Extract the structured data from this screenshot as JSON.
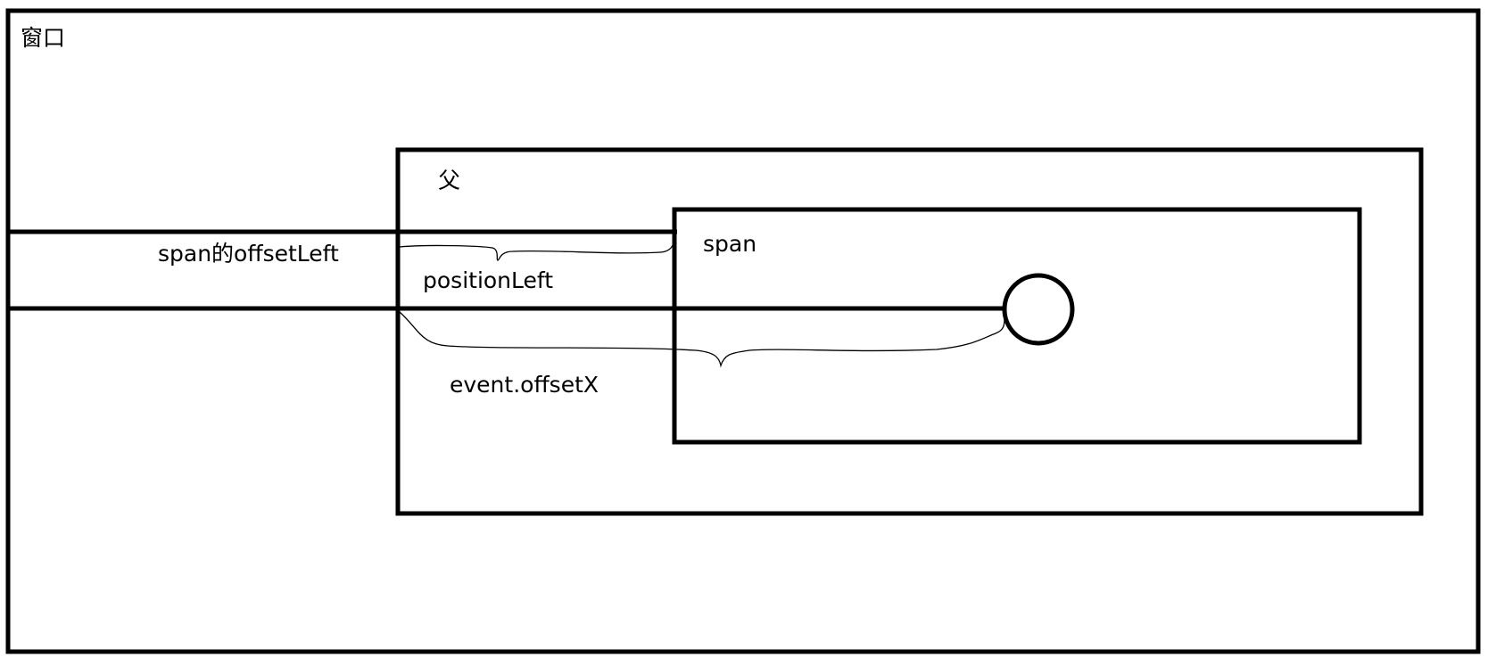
{
  "diagram": {
    "window_label": "窗口",
    "parent_label": "父",
    "span_label": "span",
    "offset_left_label": "span的offsetLeft",
    "position_left_label": "positionLeft",
    "event_offset_label": "event.offsetX"
  },
  "colors": {
    "stroke": "#000000",
    "background": "#ffffff"
  }
}
